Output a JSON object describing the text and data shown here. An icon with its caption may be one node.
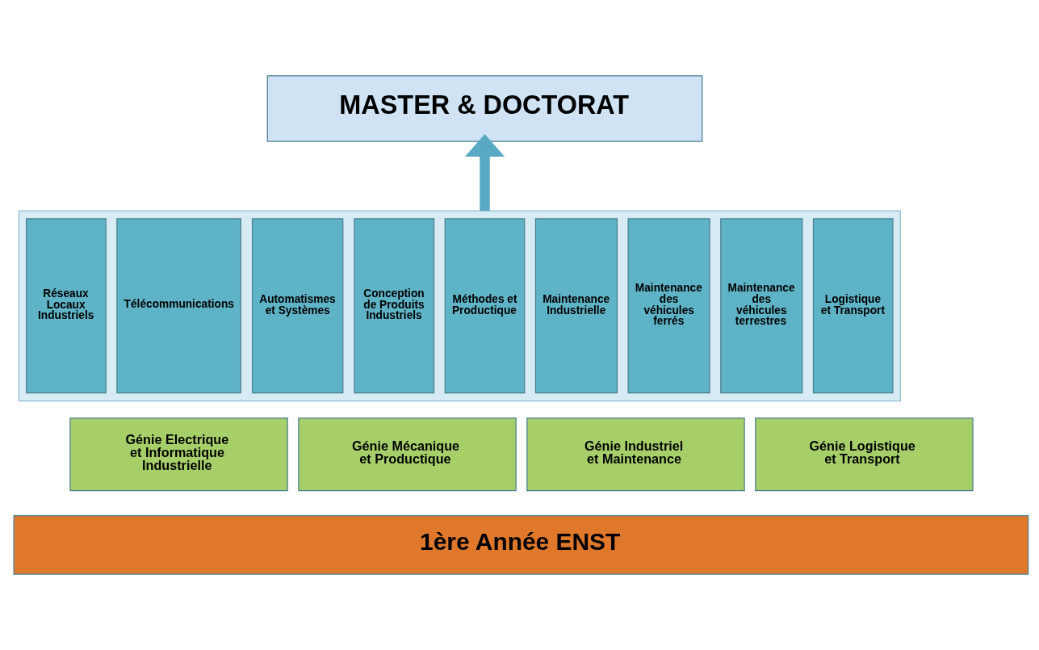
{
  "diagram": {
    "nodes": [
      {
        "text": [
          "MASTER & DOCTORAT"
        ]
      },
      {
        "text": [],
        "shape": "box"
      },
      {
        "text": [
          "Réseaux Locaux Industriels"
        ],
        "in": 1
      },
      {
        "text": [
          "Télécommunications"
        ],
        "in": 1
      },
      {
        "text": [
          "Automatismes et Systèmes"
        ],
        "in": 1
      },
      {
        "text": [
          "Conception de Produits Industriels"
        ],
        "in": 1
      },
      {
        "text": [
          "Méthodes et Productique"
        ],
        "in": 1
      },
      {
        "text": [
          "Maintenance Industrielle"
        ],
        "in": 1
      },
      {
        "text": [
          "Maintenance des véhicules ferrés"
        ],
        "in": 1
      },
      {
        "text": [
          "Maintenance des véhicules terrestres"
        ],
        "in": 1
      },
      {
        "text": [
          "Logistique et Transport"
        ],
        "in": 1
      },
      {
        "text": [
          "Génie Electrique et Informatique Industrielle"
        ]
      },
      {
        "text": [
          "Génie Mécanique et Productique"
        ]
      },
      {
        "text": [
          "Génie Industriel et Maintenance"
        ]
      },
      {
        "text": [
          "Génie Logistique et Transport"
        ]
      },
      {
        "text": [
          "1ère Année ENST"
        ]
      }
    ],
    "edges": [
      {
        "from": 1,
        "to": 0,
        "arrow": "to"
      }
    ]
  }
}
